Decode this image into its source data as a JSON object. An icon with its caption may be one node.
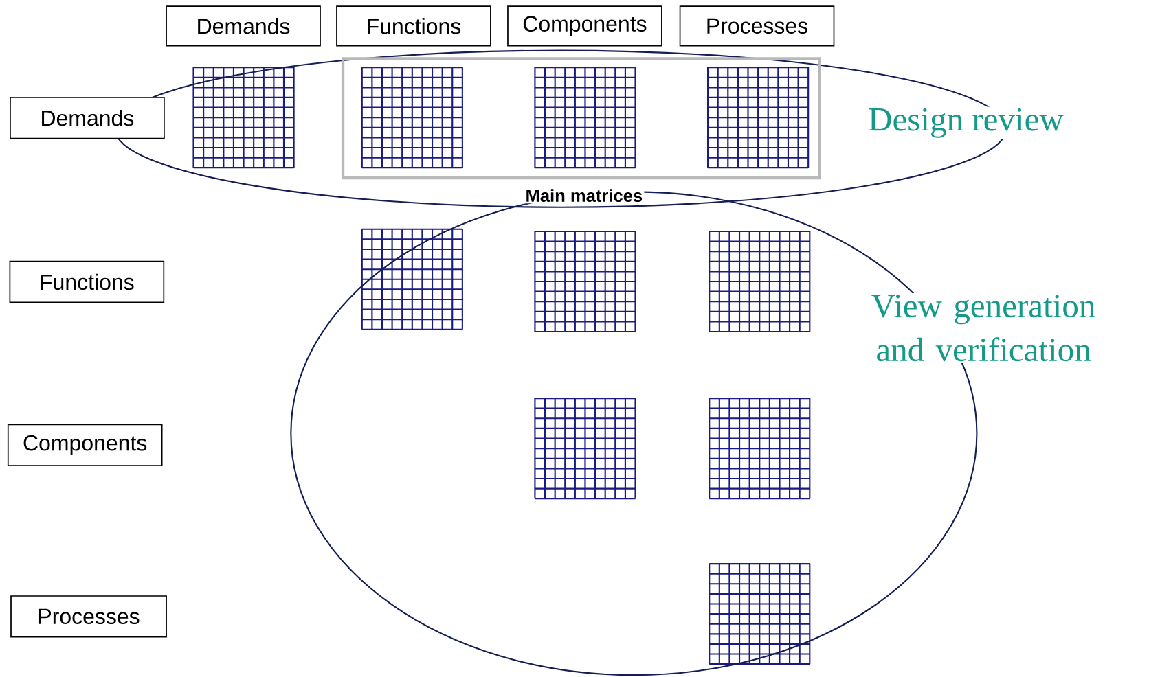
{
  "diagram": {
    "nodes": [
      {
        "text": [
          "Demands"
        ]
      },
      {
        "text": [
          "Functions"
        ]
      },
      {
        "text": [
          "Components"
        ]
      },
      {
        "text": [
          "Processes"
        ]
      },
      {
        "text": [
          "Demands"
        ]
      },
      {
        "text": [
          "Functions"
        ]
      },
      {
        "text": [
          "Components"
        ]
      },
      {
        "text": [
          "Processes"
        ]
      },
      {
        "text": [
          "Main matrices"
        ],
        "in": 9
      },
      {
        "text": [
          "Design review"
        ]
      },
      {
        "text": [
          "View generation and verification"
        ]
      }
    ]
  }
}
